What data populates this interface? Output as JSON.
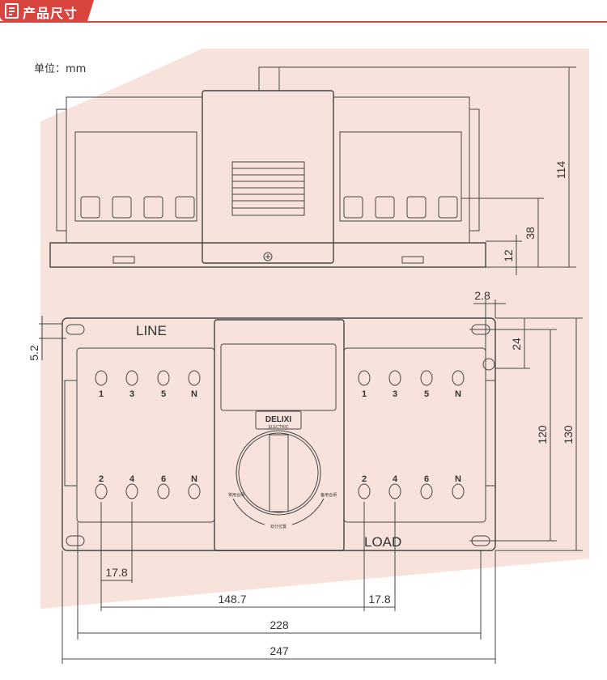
{
  "header": {
    "title": "产品尺寸",
    "icon": "document-icon",
    "accent_color": "#d8453f"
  },
  "unit_label": "单位：mm",
  "top_view": {
    "dimensions": {
      "height_total": "114",
      "height_terminal": "38",
      "height_base": "12"
    }
  },
  "front_view": {
    "line_label": "LINE",
    "load_label": "LOAD",
    "brand": "DELIXI",
    "brand_sub": "ELECTRIC",
    "switch_labels": {
      "left": "常用合闸",
      "right": "备用合闸",
      "center": "双分位置"
    },
    "left_top_terminals": [
      "1",
      "3",
      "5",
      "N"
    ],
    "left_bottom_terminals": [
      "2",
      "4",
      "6",
      "N"
    ],
    "right_top_terminals": [
      "1",
      "3",
      "5",
      "N"
    ],
    "right_bottom_terminals": [
      "2",
      "4",
      "6",
      "N"
    ],
    "dimensions": {
      "pitch_left": "17.8",
      "pitch_right": "17.8",
      "pole_span": "148.7",
      "mount_width": "228",
      "total_width": "247",
      "mount_height": "120",
      "total_height": "130",
      "screw_offset": "24",
      "edge_offset": "2.8",
      "hole_offset": "5.2"
    }
  },
  "colors": {
    "background_panel": "#f7e3db",
    "line": "#444444"
  }
}
